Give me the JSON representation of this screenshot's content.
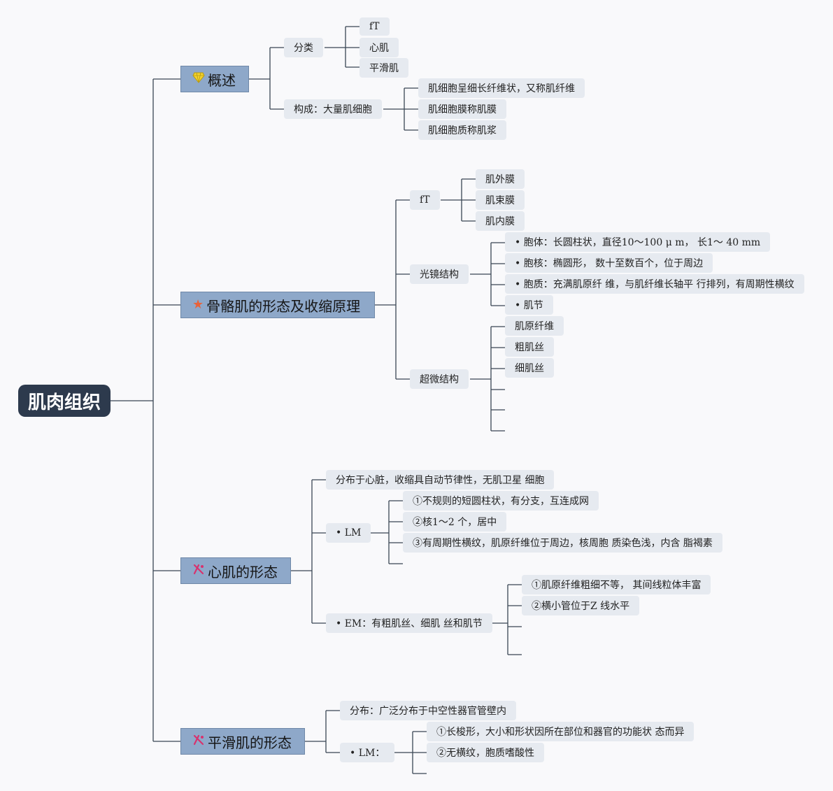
{
  "root": {
    "label": "肌肉组织"
  },
  "branches": {
    "overview": {
      "icon": "diamond-icon",
      "label": "概述",
      "classification": {
        "label": "分类",
        "items": [
          "fT",
          "心肌",
          "平滑肌"
        ]
      },
      "composition": {
        "label": "构成：大量肌细胞",
        "items": [
          "肌细胞呈细长纤维状，又称肌纤维",
          "肌细胞膜称肌膜",
          "肌细胞质称肌浆"
        ]
      }
    },
    "skeletal": {
      "icon": "star-icon",
      "label": "骨骼肌的形态及收缩原理",
      "ft": {
        "label": "fT",
        "items": [
          "肌外膜",
          "肌束膜",
          "肌内膜"
        ]
      },
      "light": {
        "label": "光镜结构",
        "items": [
          "• 胞体：长圆柱状，直径10～100 μ m， 长1～ 40 mm",
          "• 胞核：椭圆形， 数十至数百个，位于周边",
          "• 胞质：充满肌原纤 维，与肌纤维长轴平 行排列，有周期性横纹",
          "• 肌节"
        ]
      },
      "ultra": {
        "label": "超微结构",
        "items": [
          "肌原纤维",
          "粗肌丝",
          "细肌丝"
        ]
      }
    },
    "cardiac": {
      "icon": "cardiac-icon",
      "label": "心肌的形态",
      "distribution": "分布于心脏，收缩具自动节律性，无肌卫星 细胞",
      "lm": {
        "label": "• LM",
        "items": [
          "①不规则的短圆柱状，有分支，互连成网",
          "②核1～2 个，居中",
          "③有周期性横纹，肌原纤维位于周边，核周胞 质染色浅，内含 脂褐素"
        ]
      },
      "em": {
        "label": "• EM：有粗肌丝、细肌 丝和肌节",
        "items": [
          "①肌原纤维粗细不等， 其间线粒体丰富",
          "②横小管位于Z 线水平"
        ]
      }
    },
    "smooth": {
      "icon": "smooth-icon",
      "label": "平滑肌的形态",
      "distribution": "分布：广泛分布于中空性器官管壁内",
      "lm": {
        "label": "• LM：",
        "items": [
          "①长梭形，大小和形状因所在部位和器官的功能状 态而异",
          "②无横纹，胞质嗜酸性"
        ]
      }
    }
  },
  "colors": {
    "root": "#2d3a4d",
    "main": "#8ea8c9",
    "node": "#e6eaf0",
    "line": "#3a4654"
  }
}
